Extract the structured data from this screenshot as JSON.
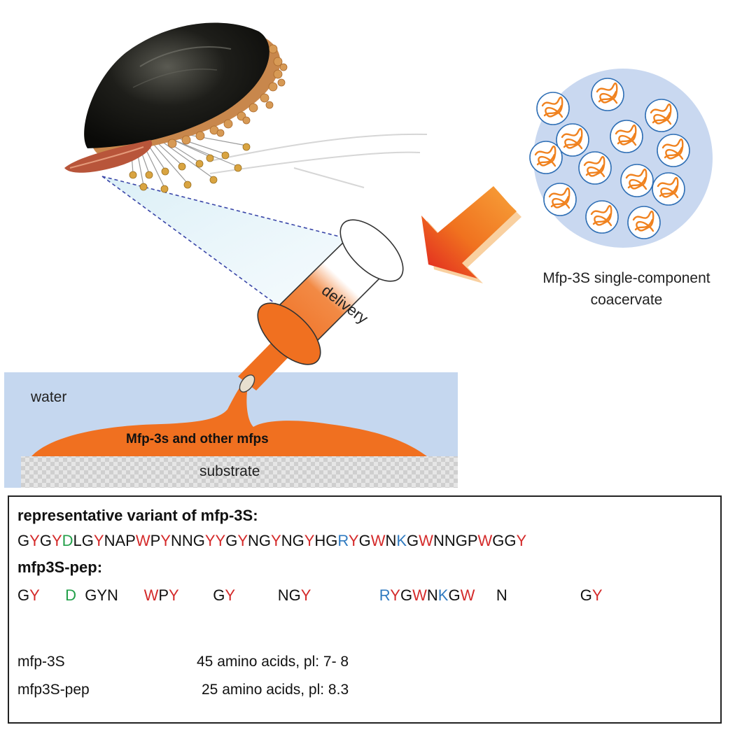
{
  "labels": {
    "coacervate_line1": "Mfp-3S single-component",
    "coacervate_line2": "coacervate",
    "delivery": "delivery",
    "water": "water",
    "mfps": "Mfp-3s and other mfps",
    "substrate": "substrate"
  },
  "sequence_box": {
    "heading1": "representative variant of mfp-3S",
    "heading1_colon": ":",
    "heading2": "mfp3S-pep",
    "heading2_colon": ":",
    "seq1": [
      {
        "t": "G",
        "c": "k"
      },
      {
        "t": "Y",
        "c": "r"
      },
      {
        "t": "G",
        "c": "k"
      },
      {
        "t": "Y",
        "c": "r"
      },
      {
        "t": "D",
        "c": "g"
      },
      {
        "t": "LG",
        "c": "k"
      },
      {
        "t": "Y",
        "c": "r"
      },
      {
        "t": "NAP",
        "c": "k"
      },
      {
        "t": "W",
        "c": "r"
      },
      {
        "t": "P",
        "c": "k"
      },
      {
        "t": "Y",
        "c": "r"
      },
      {
        "t": "NNG",
        "c": "k"
      },
      {
        "t": "YY",
        "c": "r"
      },
      {
        "t": "G",
        "c": "k"
      },
      {
        "t": "Y",
        "c": "r"
      },
      {
        "t": "NG",
        "c": "k"
      },
      {
        "t": "Y",
        "c": "r"
      },
      {
        "t": "NG",
        "c": "k"
      },
      {
        "t": "Y",
        "c": "r"
      },
      {
        "t": "HG",
        "c": "k"
      },
      {
        "t": "R",
        "c": "b"
      },
      {
        "t": "Y",
        "c": "r"
      },
      {
        "t": "G",
        "c": "k"
      },
      {
        "t": "W",
        "c": "r"
      },
      {
        "t": "N",
        "c": "k"
      },
      {
        "t": "K",
        "c": "b"
      },
      {
        "t": "G",
        "c": "k"
      },
      {
        "t": "W",
        "c": "r"
      },
      {
        "t": "NNGP",
        "c": "k"
      },
      {
        "t": "W",
        "c": "r"
      },
      {
        "t": "GG",
        "c": "k"
      },
      {
        "t": "Y",
        "c": "r"
      }
    ],
    "seq2": [
      {
        "t": "G",
        "c": "k"
      },
      {
        "t": "Y",
        "c": "r"
      },
      {
        "t": "      ",
        "c": "k"
      },
      {
        "t": "D",
        "c": "g"
      },
      {
        "t": "  GY",
        "c": "k"
      },
      {
        "t": "N      ",
        "c": "k"
      },
      {
        "t": "W",
        "c": "r"
      },
      {
        "t": "P",
        "c": "k"
      },
      {
        "t": "Y",
        "c": "r"
      },
      {
        "t": "        G",
        "c": "k"
      },
      {
        "t": "Y",
        "c": "r"
      },
      {
        "t": "          NG",
        "c": "k"
      },
      {
        "t": "Y",
        "c": "r"
      },
      {
        "t": "                ",
        "c": "k"
      },
      {
        "t": "R",
        "c": "b"
      },
      {
        "t": "Y",
        "c": "r"
      },
      {
        "t": "G",
        "c": "k"
      },
      {
        "t": "W",
        "c": "r"
      },
      {
        "t": "N",
        "c": "k"
      },
      {
        "t": "K",
        "c": "b"
      },
      {
        "t": "G",
        "c": "k"
      },
      {
        "t": "W",
        "c": "r"
      },
      {
        "t": "     N                 G",
        "c": "k"
      },
      {
        "t": "Y",
        "c": "r"
      }
    ],
    "rows": [
      {
        "name": "mfp-3S",
        "desc": "45 amino acids, pl: 7- 8"
      },
      {
        "name": "mfp3S-pep",
        "desc": "25 amino acids, pl: 8.3"
      }
    ]
  },
  "colors": {
    "orange": "#f07020",
    "water": "#c5d7ef",
    "red": "#d42a2a",
    "green": "#23a04a",
    "blue": "#2f7ac0",
    "droplet_bg": "#c9d8f0"
  }
}
